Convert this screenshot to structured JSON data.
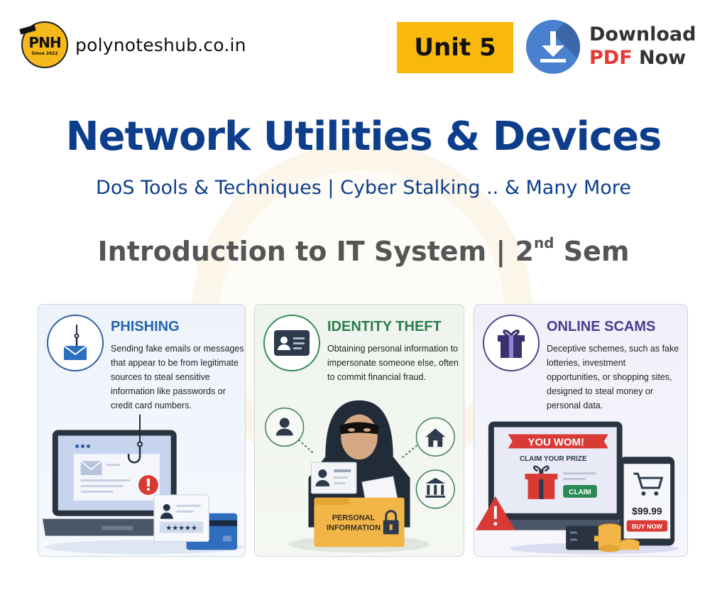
{
  "brand": {
    "logo_initials": "PNH",
    "logo_since": "Since 2022",
    "site": "polynoteshub.co.in"
  },
  "unit_badge": "Unit 5",
  "download": {
    "line1": "Download",
    "line2_accent": "PDF",
    "line2_rest": " Now",
    "icon": "download-icon"
  },
  "hero": {
    "title": "Network Utilities & Devices",
    "subtitle": "DoS Tools & Techniques | Cyber Stalking .. & Many More",
    "course": "Introduction to IT System | 2",
    "course_sup": "nd",
    "course_tail": " Sem"
  },
  "panels": [
    {
      "title": "PHISHING",
      "description": "Sending fake emails or messages that appear to be from legitimate sources to steal sensitive information like passwords or credit card numbers.",
      "icon": "fishhook-envelope-icon",
      "accent": "#2464b0",
      "illustration": {
        "password_mask": "*****"
      }
    },
    {
      "title": "IDENTITY THEFT",
      "description": "Obtaining personal information to impersonate someone else, often to commit financial fraud.",
      "icon": "id-card-icon",
      "accent": "#2a7d4c",
      "illustration": {
        "folder_label_1": "PERSONAL",
        "folder_label_2": "INFORMATION"
      }
    },
    {
      "title": "ONLINE SCAMS",
      "description": "Deceptive schemes, such as fake lotteries, investment opportunities, or shopping sites, designed to steal money or personal data.",
      "icon": "gift-icon",
      "accent": "#4f3a8c",
      "illustration": {
        "banner": "YOU WOM!",
        "claim_heading": "CLAIM YOUR PRIZE",
        "claim_button": "CLAIM",
        "price": "$99.99",
        "buy_button": "BUY NOW"
      }
    }
  ],
  "colors": {
    "title_blue": "#0d3e8c",
    "badge_yellow": "#f8b90c",
    "download_blue": "#4a80d0",
    "pdf_red": "#e53935"
  }
}
